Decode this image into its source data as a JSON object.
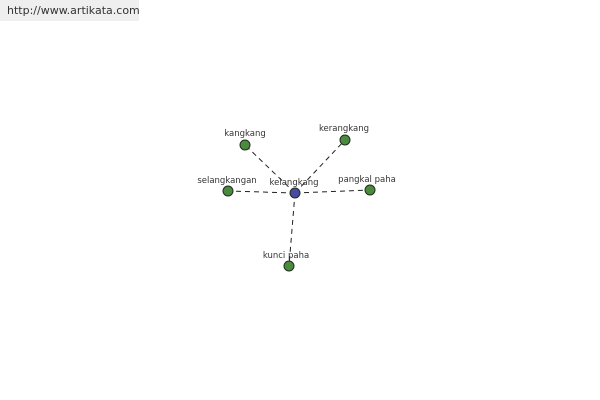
{
  "header": {
    "url": "http://www.artikata.com"
  },
  "colors": {
    "center_node": "#4a4aa0",
    "leaf_node": "#4b8a3f",
    "node_stroke": "#1e2e1e",
    "edge": "#222222",
    "label": "#333333"
  },
  "graph": {
    "center": {
      "id": "center",
      "label": "kelangkang"
    },
    "leaves": [
      {
        "id": "kangkang",
        "label": "kangkang"
      },
      {
        "id": "kerangkang",
        "label": "kerangkang"
      },
      {
        "id": "selangkangan",
        "label": "selangkangan"
      },
      {
        "id": "pangkal-paha",
        "label": "pangkal paha"
      },
      {
        "id": "kunci-paha",
        "label": "kunci paha"
      }
    ]
  }
}
